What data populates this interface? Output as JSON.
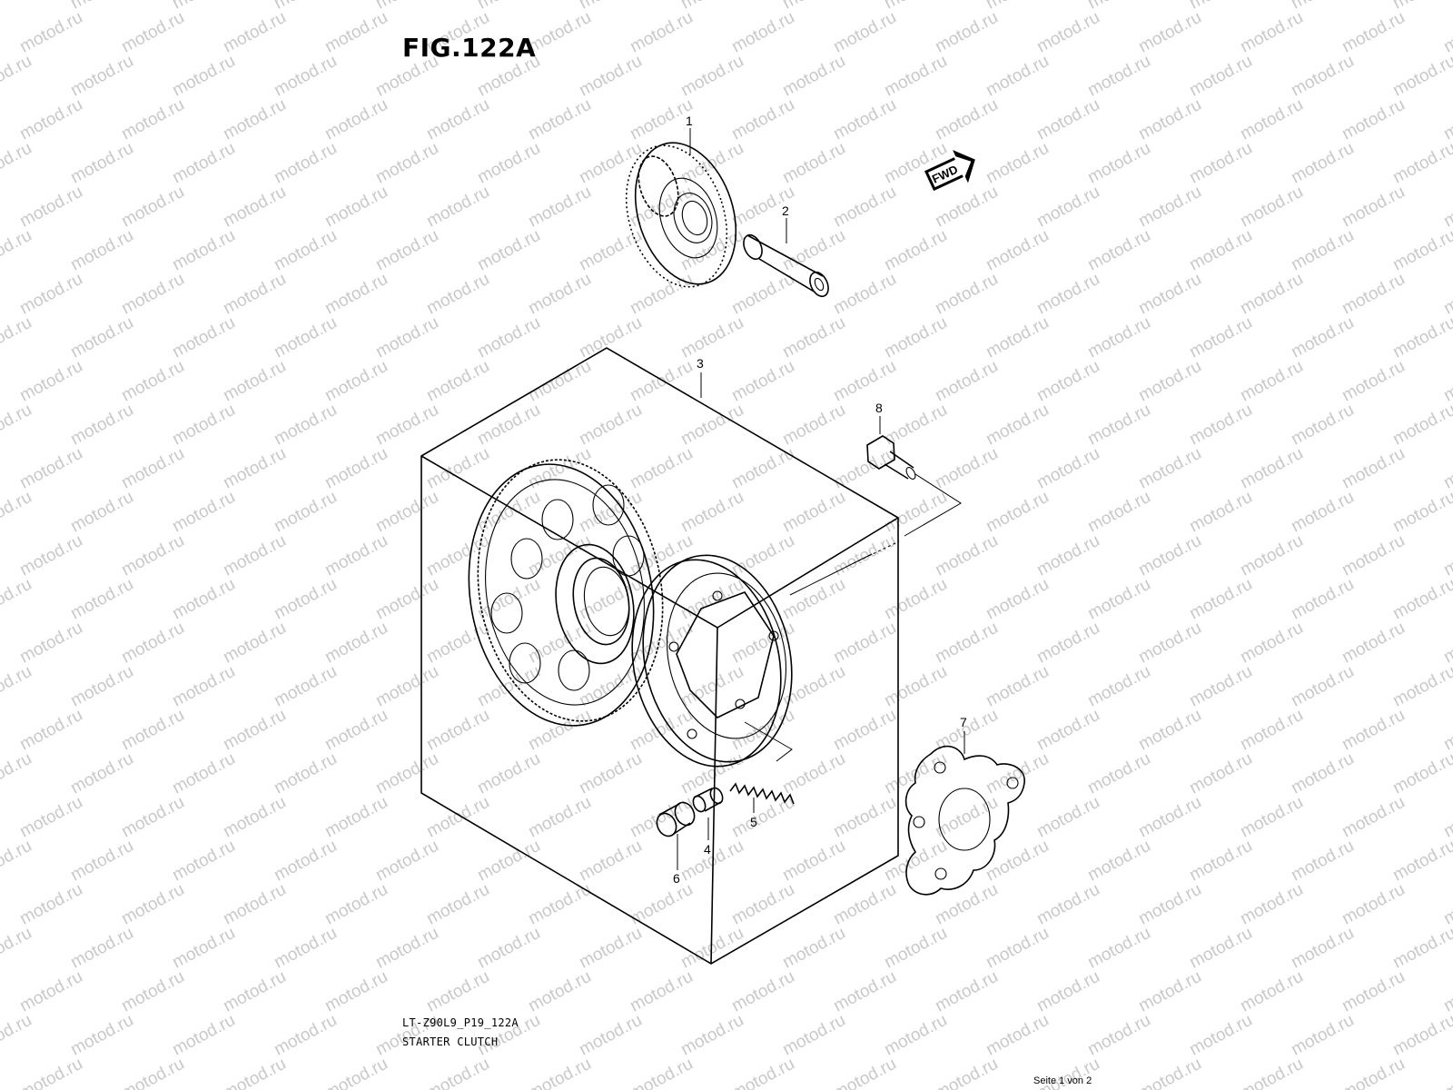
{
  "figure": {
    "title": "FIG.122A",
    "code": "LT-Z90L9_P19_122A",
    "name": "STARTER CLUTCH"
  },
  "page_footer": "Seite 1 von 2",
  "watermark": "motod.ru",
  "fwd_label": "FWD",
  "callouts": [
    {
      "id": "1",
      "part": "starter idle gear"
    },
    {
      "id": "2",
      "part": "shaft"
    },
    {
      "id": "3",
      "part": "starter clutch assembly"
    },
    {
      "id": "4",
      "part": "pin"
    },
    {
      "id": "5",
      "part": "spring"
    },
    {
      "id": "6",
      "part": "roller"
    },
    {
      "id": "7",
      "part": "washer plate"
    },
    {
      "id": "8",
      "part": "bolt"
    }
  ]
}
